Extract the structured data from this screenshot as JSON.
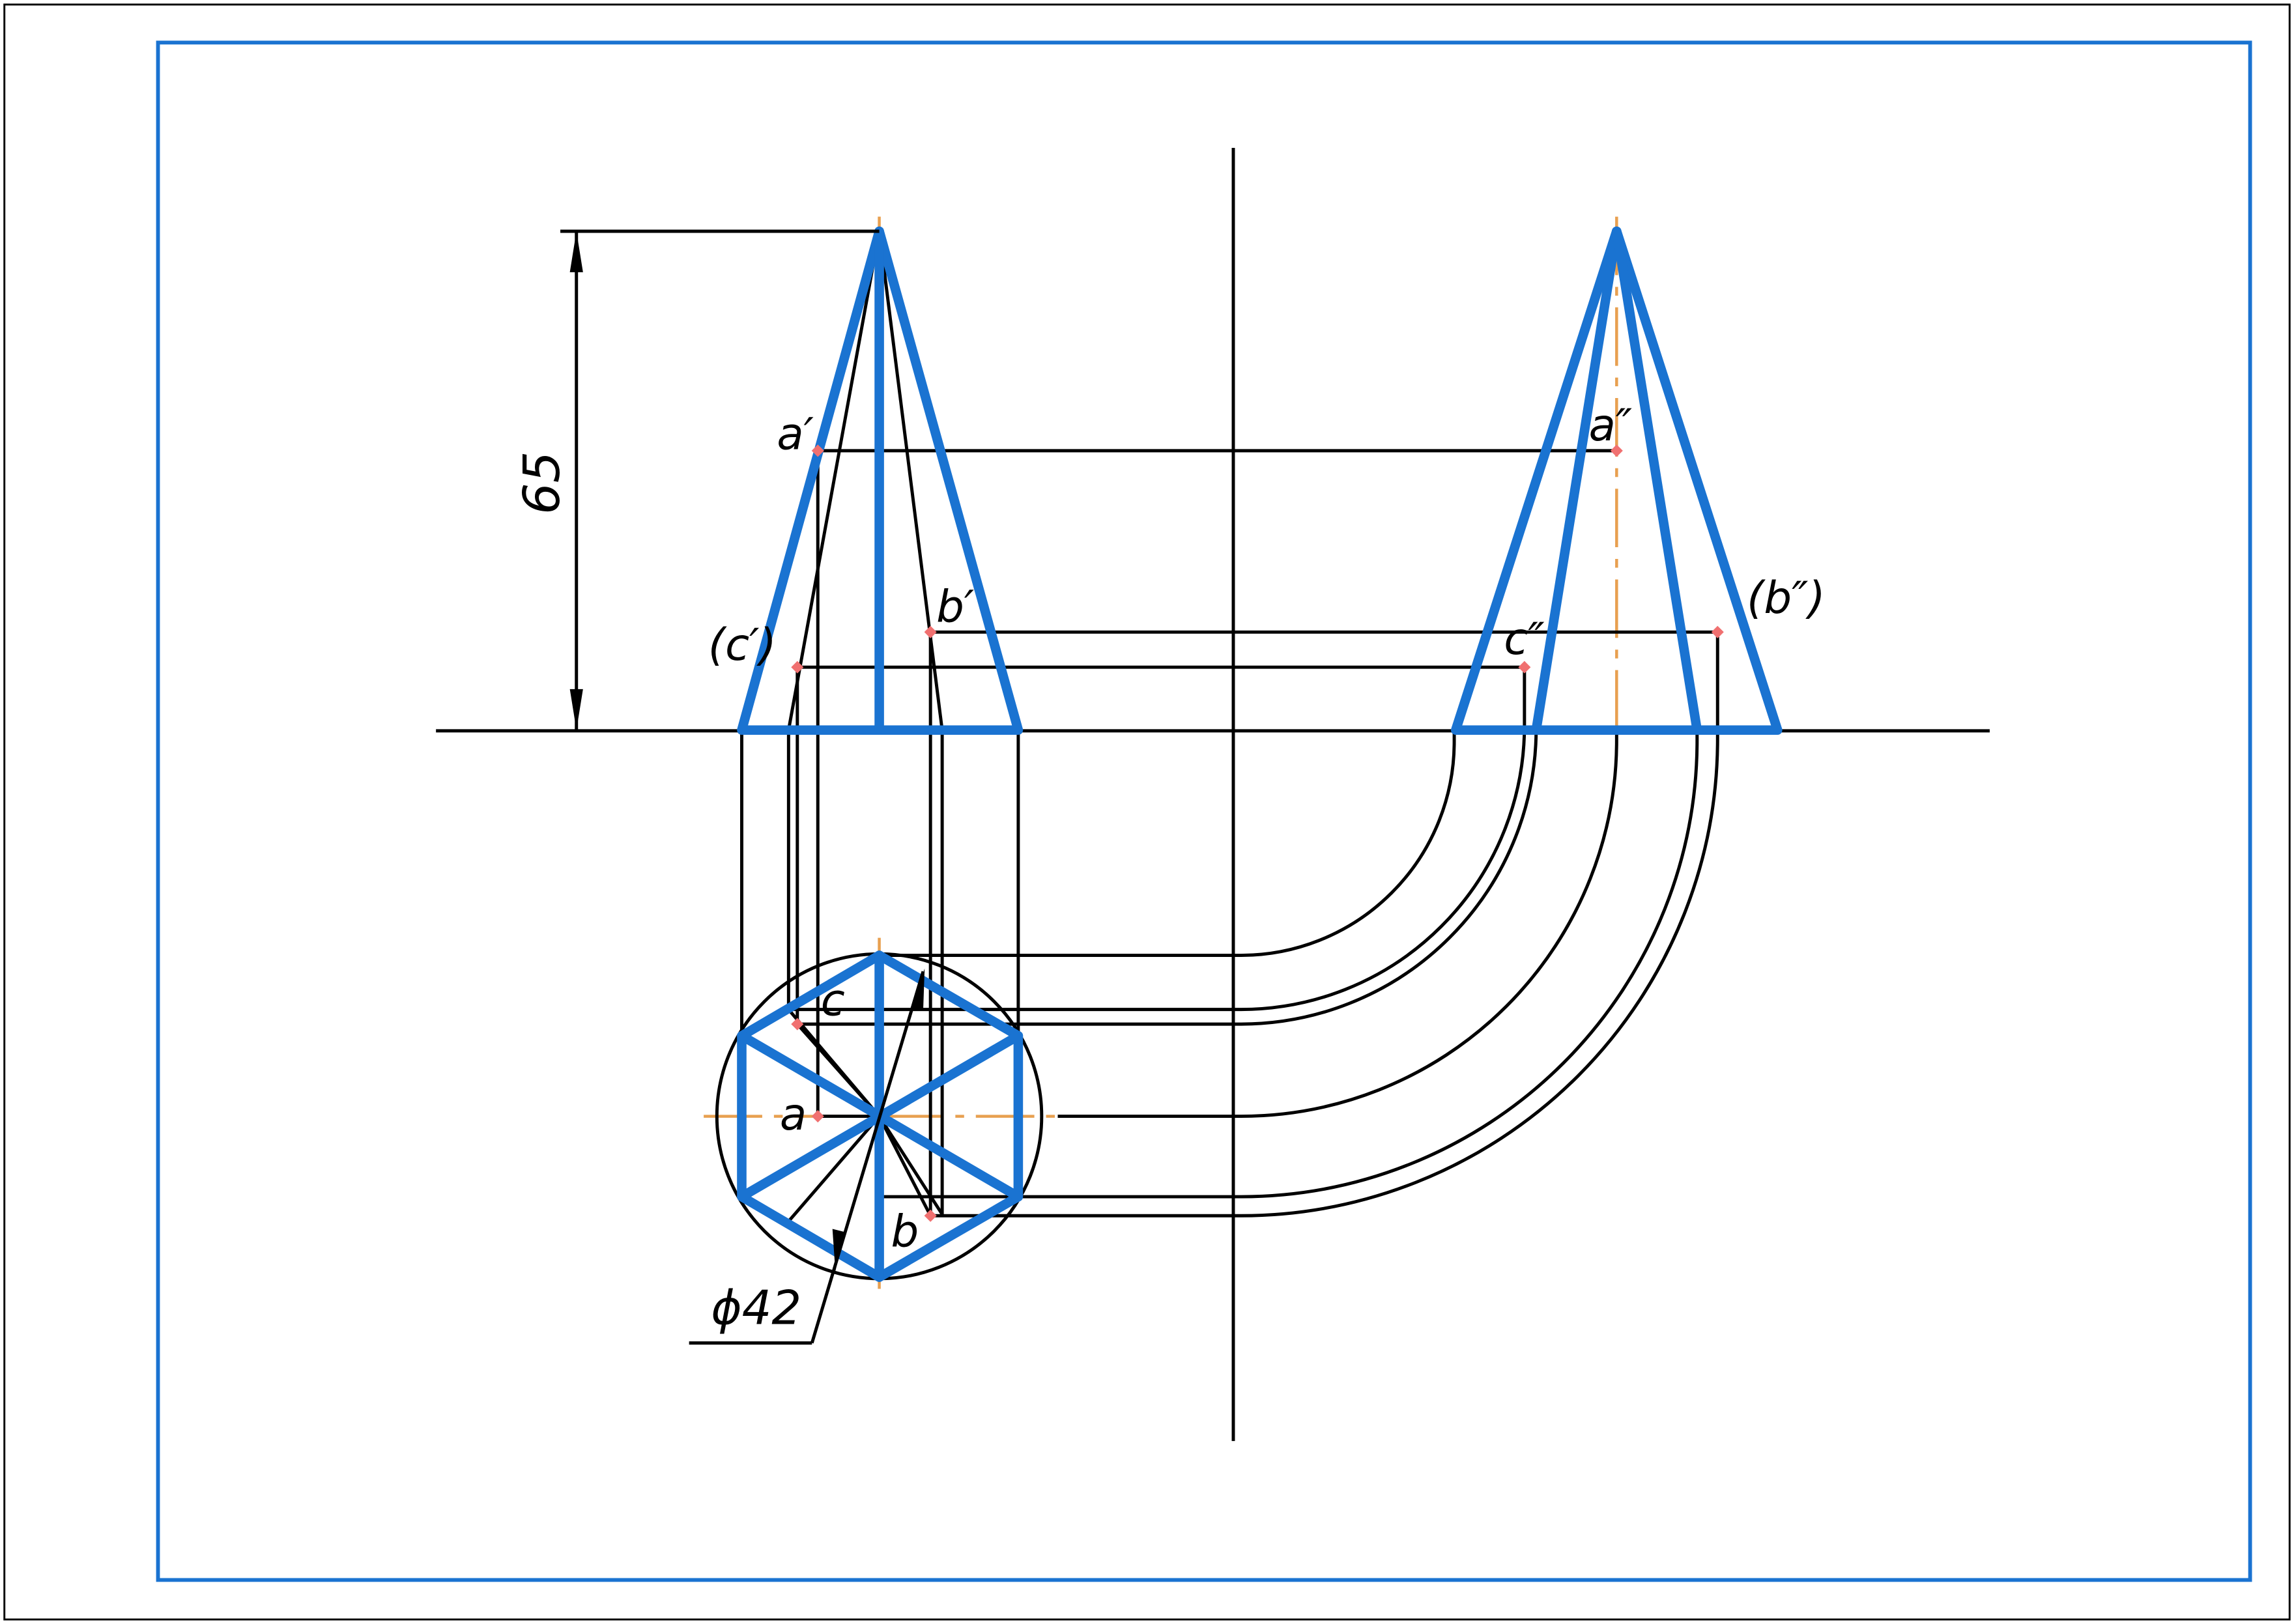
{
  "colors": {
    "object_lines": "#1a73d1",
    "construction_lines": "#000000",
    "axis_lines": "#e8a050",
    "point_markers": "#f07070",
    "frame": "#1a73d1"
  },
  "point_labels": {
    "a_front": "a′",
    "b_front": "b′",
    "c_front": "(c′)",
    "a_side": "a″",
    "b_side": "(b″)",
    "c_side": "c″",
    "a_top": "a",
    "b_top": "b",
    "c_top": "c"
  },
  "dimensions": {
    "height": "65",
    "diameter": "ϕ42"
  }
}
